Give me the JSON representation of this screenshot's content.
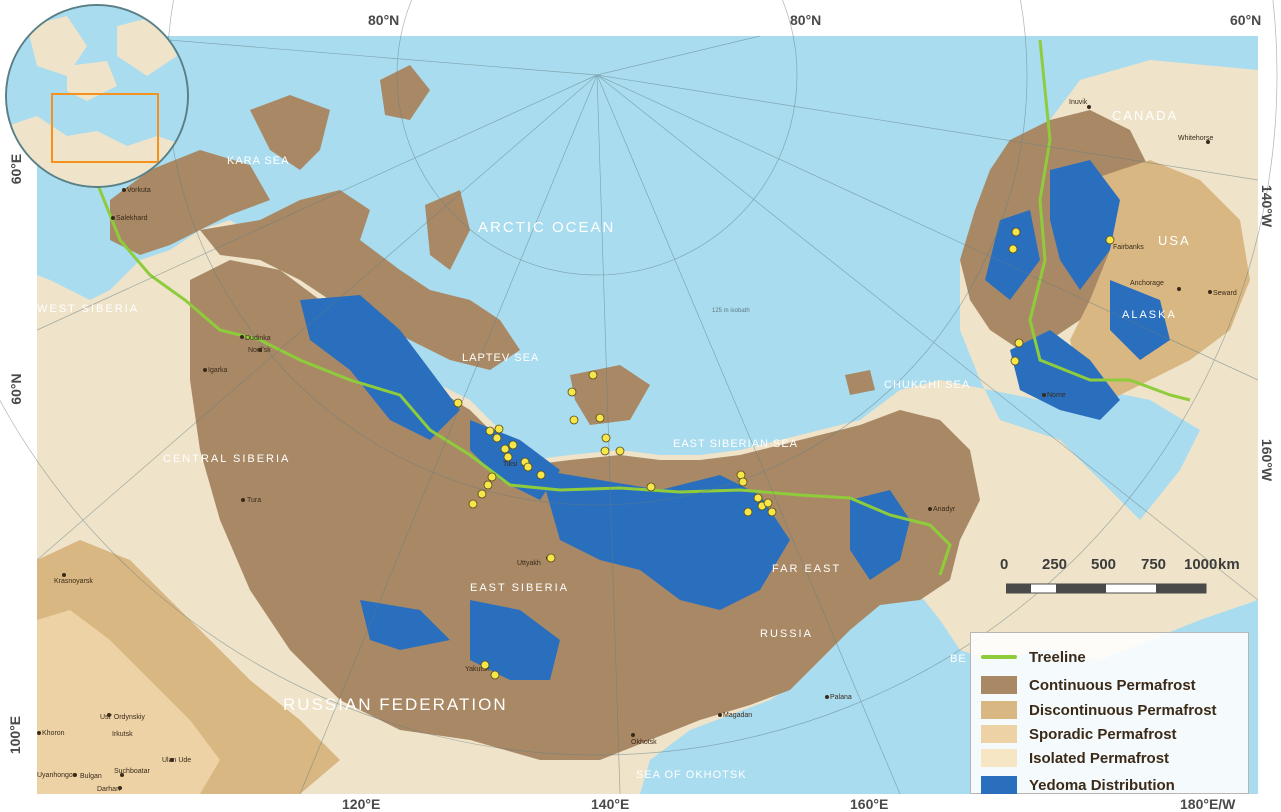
{
  "map": {
    "top_labels": [
      "80°N",
      "80°N",
      "60°N"
    ],
    "bottom_labels": [
      "120°E",
      "140°E",
      "160°E",
      "180°E/W"
    ],
    "left_labels": [
      "60°E",
      "60°N",
      "100°E"
    ],
    "right_labels": [
      "140°W",
      "160°W"
    ],
    "regions": [
      "ARCTIC OCEAN",
      "CANADA",
      "USA",
      "ALASKA",
      "WEST SIBERIA",
      "CENTRAL SIBERIA",
      "EAST SIBERIA",
      "FAR EAST",
      "RUSSIA",
      "RUSSIAN FEDERATION"
    ],
    "seas": [
      "KARA SEA",
      "LAPTEV SEA",
      "EAST SIBERIAN SEA",
      "CHUKCHI SEA",
      "SEA OF OKHOTSK",
      "BE"
    ],
    "cities": [
      "Vorkuta",
      "Salekhard",
      "Dudinka",
      "Noril'sk",
      "Igarka",
      "Tura",
      "Krasnoyarsk",
      "Uttyakh",
      "Tiksi",
      "Yakutsk",
      "Magadan",
      "Okhotsk",
      "Palana",
      "Anadyr",
      "Nome",
      "Anchorage",
      "Seward",
      "Fairbanks",
      "Whitehorse",
      "Inuvik",
      "Irkutsk",
      "Ust' Ordynskiy",
      "Ulan Ude",
      "Bulgan",
      "Suchboatar",
      "Darhan",
      "Khoron",
      "Uyanhongor"
    ],
    "isobath_label": "125 m isobath"
  },
  "scale": {
    "ticks": [
      "0",
      "250",
      "500",
      "750",
      "1000"
    ],
    "unit": "km"
  },
  "legend": {
    "items": [
      {
        "label": "Treeline",
        "kind": "line",
        "color": "#8fcc3b"
      },
      {
        "label": "Continuous Permafrost",
        "kind": "fill",
        "color": "#a98965"
      },
      {
        "label": "Discontinuous Permafrost",
        "kind": "fill",
        "color": "#d9b782"
      },
      {
        "label": "Sporadic Permafrost",
        "kind": "fill",
        "color": "#ecd2a4"
      },
      {
        "label": "Isolated Permafrost",
        "kind": "fill",
        "color": "#f6e6c4"
      },
      {
        "label": "Yedoma Distribution",
        "kind": "fill",
        "color": "#2a6fbe"
      }
    ]
  },
  "colors": {
    "ocean": "#a9dcef",
    "continuous": "#a98965",
    "discontinuous": "#d9b782",
    "sporadic": "#ecd2a4",
    "land": "#efe3c9",
    "yedoma": "#2a6fbe",
    "treeline": "#8fcc3b",
    "site": "#f5e64a",
    "inset_box": "#f5921e"
  }
}
